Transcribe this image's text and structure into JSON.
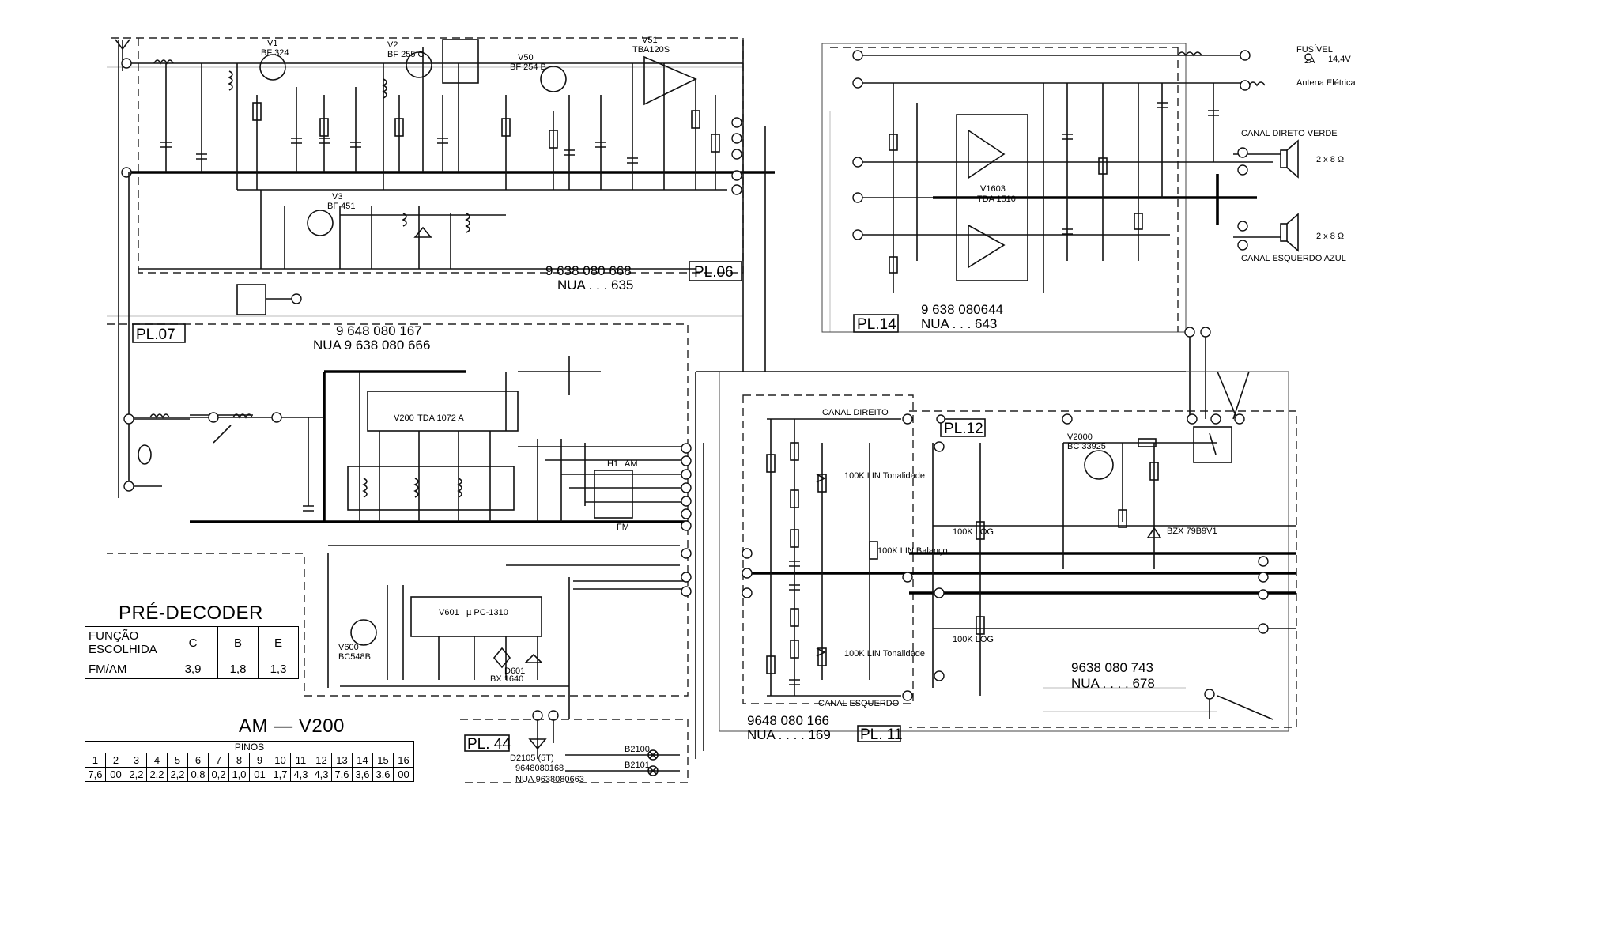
{
  "boards": [
    {
      "id": "pl06",
      "name": "PL.06",
      "code": "9 638 080 668",
      "nua": "NUA . . . 635"
    },
    {
      "id": "pl07",
      "name": "PL.07",
      "code": "9 648 080 167",
      "nua": "NUA 9 638 080 666"
    },
    {
      "id": "pl14",
      "name": "PL.14",
      "code": "9 638 080644",
      "nua": "NUA . . . 643"
    },
    {
      "id": "pl12",
      "name": "PL.12",
      "code": "9638 080 743",
      "nua": "NUA . . . . 678"
    },
    {
      "id": "pl11",
      "name": "PL. 11",
      "code": "9648 080 166",
      "nua": "NUA . . . . 169"
    },
    {
      "id": "pl44",
      "name": "PL. 44",
      "code": "9648080168",
      "nua": "NUA 9638080663"
    }
  ],
  "ics": [
    {
      "ref": "V200",
      "part": "TDA 1072 A"
    },
    {
      "ref": "V51",
      "part": "TBA120S"
    },
    {
      "ref": "V1603",
      "part": "TDA 1510"
    },
    {
      "ref": "V601",
      "part": "µ PC-1310"
    }
  ],
  "transistors": [
    {
      "ref": "V1",
      "part": "BF 324"
    },
    {
      "ref": "V2",
      "part": "BF 255 C"
    },
    {
      "ref": "V3",
      "part": "BF 451"
    },
    {
      "ref": "V50",
      "part": "BF 254 B"
    },
    {
      "ref": "V600",
      "part": "BC548B"
    },
    {
      "ref": "V2000",
      "part": "BC 33925"
    }
  ],
  "labels": {
    "fusivel": "FUSÍVEL",
    "fuse_rating": "2A",
    "supply": "14,4V",
    "antenna": "Antena Elétrica",
    "canal_direito": "CANAL DIREITO",
    "canal_direito_verde": "CANAL DIRETO VERDE",
    "canal_esquerdo": "CANAL ESQUERDO",
    "canal_esquerdo_azul": "CANAL ESQUERDO AZUL",
    "speaker_r": "2 x 8 Ω",
    "speaker_l": "2 x 8 Ω",
    "tonalidade_r": "100K LIN Tonalidade",
    "balanco": "100K LIN Balanço",
    "tonalidade_l": "100K LIN Tonalidade",
    "r1611": "100K LOG",
    "r1661": "100K LOG",
    "d2000": "BZX 79B9V1",
    "d601": "D601",
    "bx1640": "BX 1640",
    "h1": "H1",
    "am": "AM",
    "fm": "FM",
    "b2100": "B2100",
    "b2101": "B2101",
    "d2105": "D2105 (5T)"
  },
  "pre_decoder": {
    "title": "PRÉ-DECODER",
    "header_col": "FUNÇÃO ESCOLHIDA",
    "columns": [
      "C",
      "B",
      "E"
    ],
    "row_label": "FM/AM",
    "values": [
      "3,9",
      "1,8",
      "1,3"
    ]
  },
  "am_v200": {
    "title": "AM — V200",
    "header": "PINOS",
    "pins": [
      "1",
      "2",
      "3",
      "4",
      "5",
      "6",
      "7",
      "8",
      "9",
      "10",
      "11",
      "12",
      "13",
      "14",
      "15",
      "16"
    ],
    "values": [
      "7,6",
      "00",
      "2,2",
      "2,2",
      "2,2",
      "0,8",
      "0,2",
      "1,0",
      "01",
      "1,7",
      "4,3",
      "4,3",
      "7,6",
      "3,6",
      "3,6",
      "00"
    ]
  },
  "colors": {
    "ink": "#111111",
    "paper": "#ffffff",
    "grid": "#bbbbbb"
  }
}
